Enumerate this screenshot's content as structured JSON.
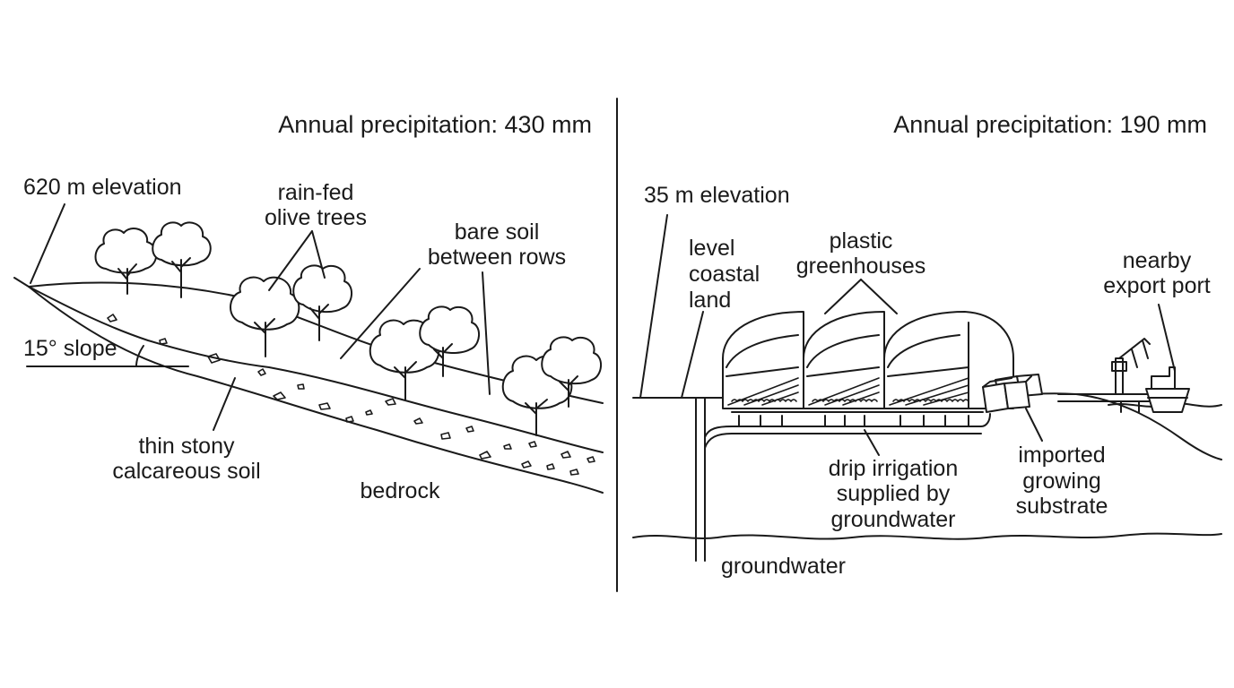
{
  "left_panel": {
    "precipitation": "Annual precipitation: 430 mm",
    "elevation": "620 m elevation",
    "slope": "15° slope",
    "olive_trees": [
      "rain-fed",
      "olive trees"
    ],
    "bare_soil": [
      "bare soil",
      "between rows"
    ],
    "soil": [
      "thin stony",
      "calcareous soil"
    ],
    "bedrock": "bedrock"
  },
  "right_panel": {
    "precipitation": "Annual precipitation: 190 mm",
    "elevation": "35 m elevation",
    "coastal_land": [
      "level",
      "coastal",
      "land"
    ],
    "greenhouses": [
      "plastic",
      "greenhouses"
    ],
    "port": [
      "nearby",
      "export port"
    ],
    "irrigation": [
      "drip irrigation",
      "supplied by",
      "groundwater"
    ],
    "substrate": [
      "imported",
      "growing",
      "substrate"
    ],
    "groundwater": "groundwater"
  }
}
